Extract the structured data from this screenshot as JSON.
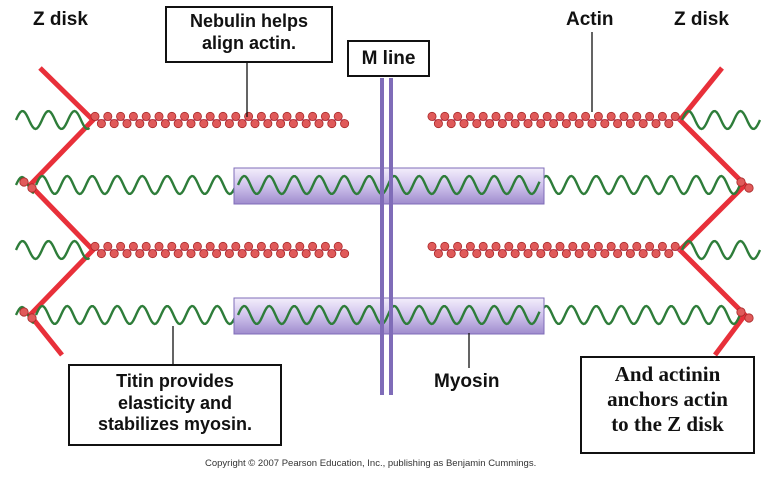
{
  "labels": {
    "z_disk_left": "Z disk",
    "z_disk_right": "Z disk",
    "actin": "Actin",
    "m_line": "M line",
    "myosin": "Myosin",
    "nebulin": [
      "Nebulin helps",
      "align actin."
    ],
    "titin": [
      "Titin provides",
      "elasticity and",
      "stabilizes myosin."
    ],
    "actinin": [
      "And actinin",
      "anchors actin",
      "to the Z disk"
    ]
  },
  "copyright": "Copyright © 2007 Pearson Education, Inc., publishing as Benjamin Cummings.",
  "colors": {
    "z_disk": "#e8303a",
    "actin_bead": "#e05a5a",
    "actin_edge": "#a82828",
    "titin": "#2e7d3a",
    "myosin_light": "#e4dcf4",
    "myosin_dark": "#9f8ccd",
    "m_line": "#7f6cb8"
  }
}
